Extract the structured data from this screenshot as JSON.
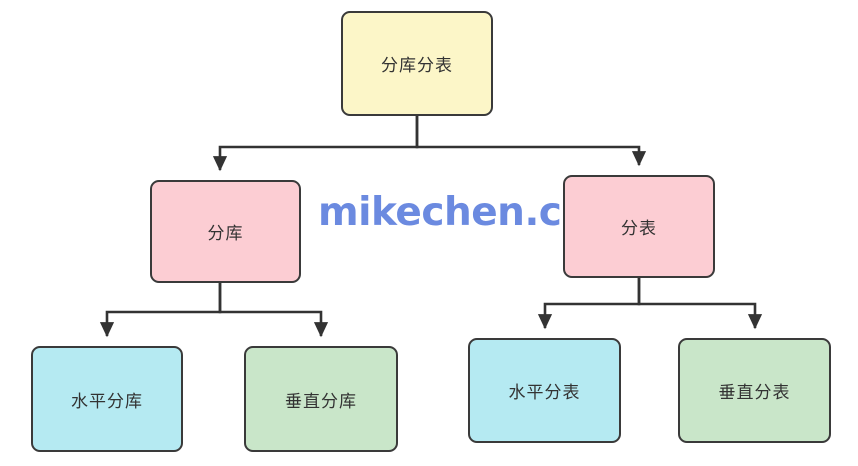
{
  "diagram": {
    "title_node": {
      "label": "分库分表"
    },
    "watermark": {
      "text": "mikechen.cc",
      "color": "#6b8ae0"
    },
    "nodes": [
      {
        "id": "root",
        "label": "分库分表",
        "color": "#fcf6c8",
        "level": 0
      },
      {
        "id": "db",
        "label": "分库",
        "color": "#fccdd3",
        "level": 1
      },
      {
        "id": "tbl",
        "label": "分表",
        "color": "#fccdd3",
        "level": 1
      },
      {
        "id": "hdb",
        "label": "水平分库",
        "color": "#b5eaf2",
        "level": 2
      },
      {
        "id": "vdb",
        "label": "垂直分库",
        "color": "#c9e6c9",
        "level": 2
      },
      {
        "id": "htbl",
        "label": "水平分表",
        "color": "#b5eaf2",
        "level": 2
      },
      {
        "id": "vtbl",
        "label": "垂直分表",
        "color": "#c9e6c9",
        "level": 2
      }
    ],
    "edges": [
      {
        "from": "root",
        "to": "db"
      },
      {
        "from": "root",
        "to": "tbl"
      },
      {
        "from": "db",
        "to": "hdb"
      },
      {
        "from": "db",
        "to": "vdb"
      },
      {
        "from": "tbl",
        "to": "htbl"
      },
      {
        "from": "tbl",
        "to": "vtbl"
      }
    ],
    "edge_color": "#333333",
    "border_color": "#3a3a3a",
    "background": "#ffffff"
  }
}
